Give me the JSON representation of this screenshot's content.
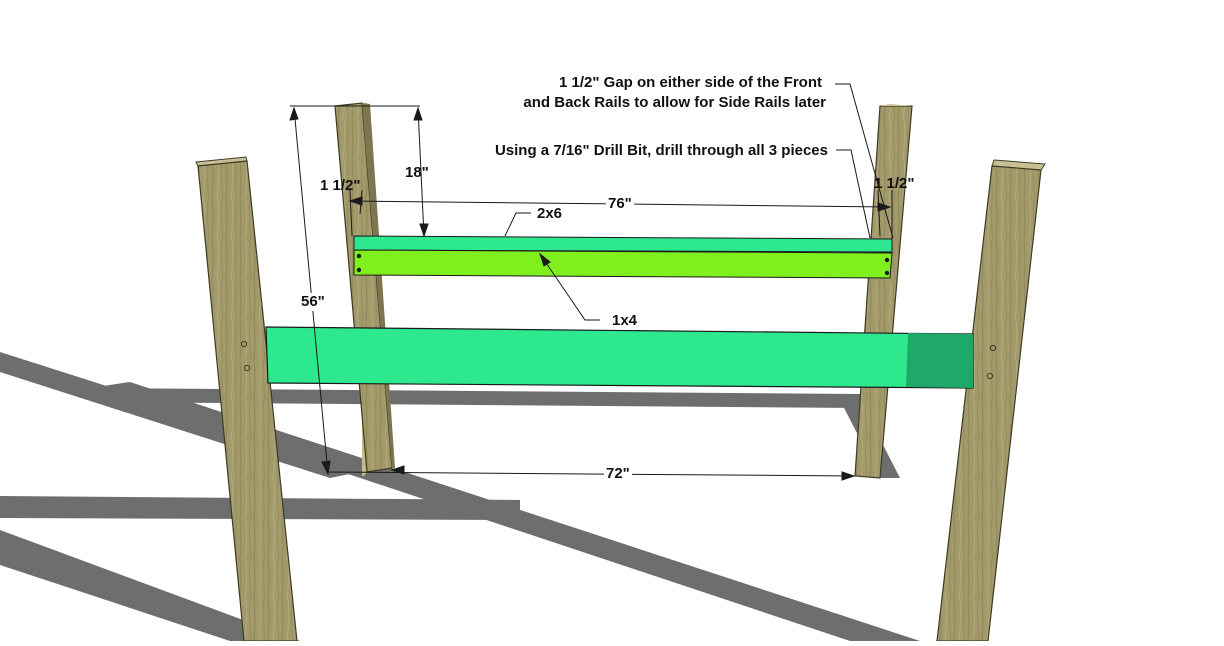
{
  "annotations": {
    "gap_note_line1": "1 1/2\" Gap on either side of the Front",
    "gap_note_line2": "and Back Rails to allow for Side Rails later",
    "drill_note": "Using a 7/16\" Drill Bit, drill through all 3 pieces",
    "gap_left": "1 1/2\"",
    "gap_right": "1 1/2\"",
    "rail_top_height": "18\"",
    "rail_length": "76\"",
    "board_2x6": "2x6",
    "board_1x4": "1x4",
    "post_height": "56\"",
    "post_spacing": "72\""
  },
  "colors": {
    "wood": "#a39a6c",
    "wood_dark": "#6f6845",
    "rail_green": "#2ee88f",
    "rail_green_dark": "#1fa968",
    "board_lime": "#7fef1e",
    "shadow": "#6d6e6e"
  }
}
